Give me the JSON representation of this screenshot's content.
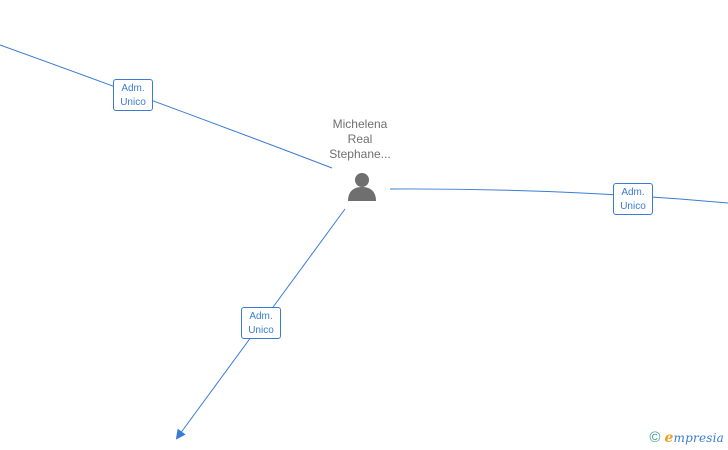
{
  "person": {
    "name_lines": [
      "Michelena",
      "Real",
      "Stephane..."
    ],
    "icon": "person-icon"
  },
  "edges": [
    {
      "role_lines": [
        "Adm.",
        "Unico"
      ]
    },
    {
      "role_lines": [
        "Adm.",
        "Unico"
      ]
    },
    {
      "role_lines": [
        "Adm.",
        "Unico"
      ]
    }
  ],
  "footer": {
    "copyright_symbol": "©",
    "brand_initial": "e",
    "brand_rest": "mpresia"
  },
  "colors": {
    "edge": "#3a7bd5",
    "node_text": "#6f6f6f",
    "brand_accent": "#f0a020"
  }
}
